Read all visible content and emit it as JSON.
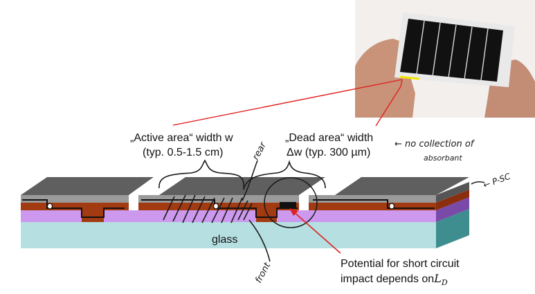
{
  "labels": {
    "active_area_line1": "„Active area“ width w",
    "active_area_line2": "(typ. 0.5-1.5 cm)",
    "dead_area_line1": "„Dead area“ width",
    "dead_area_line2": "Δw (typ. 300 µm)",
    "substrate": "glass",
    "short_circuit_line1": "Potential for short circuit",
    "short_circuit_line2": "impact depends on",
    "short_circuit_var": "L",
    "short_circuit_sub": "D"
  },
  "annotations": {
    "no_collection_line1": "← no collection of",
    "no_collection_line2": "absorbant",
    "rear": "rear",
    "front": "front",
    "layer_stack": "← P-SC"
  },
  "colors": {
    "glass": "#b5dfe1",
    "tco": "#cc99ee",
    "absorber": "#a33b12",
    "back_contact": "#9a9a9a",
    "top_face": "#5f5f5f",
    "side_glass": "#3e8e90",
    "side_tco": "#7a4aa8",
    "side_absorber": "#8a2e0e",
    "side_back": "#555555",
    "annotation_red": "#e02020"
  }
}
